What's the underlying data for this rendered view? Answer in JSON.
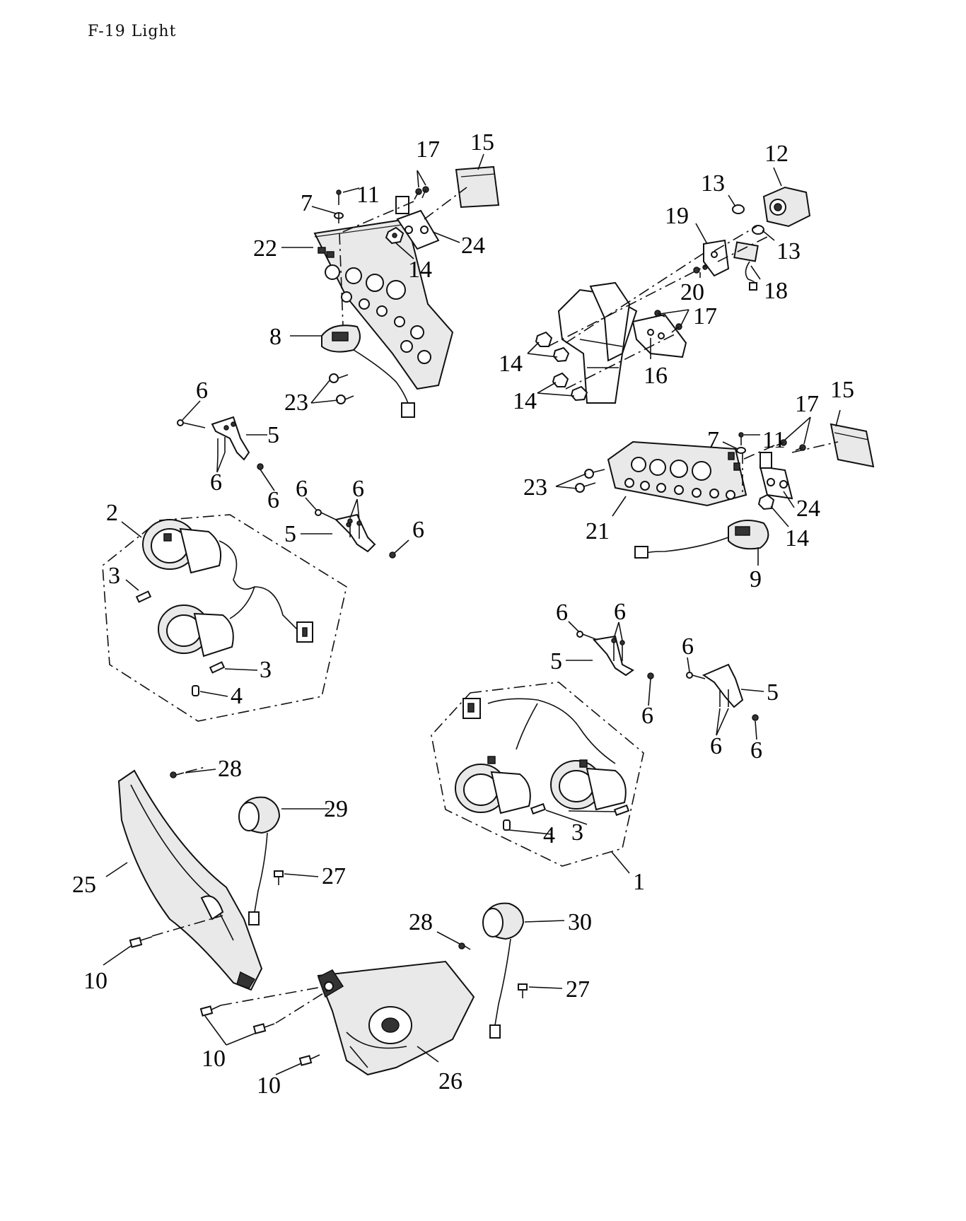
{
  "page": {
    "title": "F-19 Light"
  },
  "callouts": [
    {
      "id": "c1",
      "text": "1"
    },
    {
      "id": "c2",
      "text": "2"
    },
    {
      "id": "c3a",
      "text": "3"
    },
    {
      "id": "c3b",
      "text": "3"
    },
    {
      "id": "c3c",
      "text": "3"
    },
    {
      "id": "c4a",
      "text": "4"
    },
    {
      "id": "c4b",
      "text": "4"
    },
    {
      "id": "c5a",
      "text": "5"
    },
    {
      "id": "c5b",
      "text": "5"
    },
    {
      "id": "c5c",
      "text": "5"
    },
    {
      "id": "c5d",
      "text": "5"
    },
    {
      "id": "c6a",
      "text": "6"
    },
    {
      "id": "c6b",
      "text": "6"
    },
    {
      "id": "c6c",
      "text": "6"
    },
    {
      "id": "c6d",
      "text": "6"
    },
    {
      "id": "c6e",
      "text": "6"
    },
    {
      "id": "c6f",
      "text": "6"
    },
    {
      "id": "c6g",
      "text": "6"
    },
    {
      "id": "c6h",
      "text": "6"
    },
    {
      "id": "c6i",
      "text": "6"
    },
    {
      "id": "c6j",
      "text": "6"
    },
    {
      "id": "c6k",
      "text": "6"
    },
    {
      "id": "c6l",
      "text": "6"
    },
    {
      "id": "c7a",
      "text": "7"
    },
    {
      "id": "c7b",
      "text": "7"
    },
    {
      "id": "c8",
      "text": "8"
    },
    {
      "id": "c9",
      "text": "9"
    },
    {
      "id": "c10a",
      "text": "10"
    },
    {
      "id": "c10b",
      "text": "10"
    },
    {
      "id": "c10c",
      "text": "10"
    },
    {
      "id": "c11a",
      "text": "11"
    },
    {
      "id": "c11b",
      "text": "11"
    },
    {
      "id": "c12",
      "text": "12"
    },
    {
      "id": "c13a",
      "text": "13"
    },
    {
      "id": "c13b",
      "text": "13"
    },
    {
      "id": "c14a",
      "text": "14"
    },
    {
      "id": "c14b",
      "text": "14"
    },
    {
      "id": "c14c",
      "text": "14"
    },
    {
      "id": "c14d",
      "text": "14"
    },
    {
      "id": "c15a",
      "text": "15"
    },
    {
      "id": "c15b",
      "text": "15"
    },
    {
      "id": "c16",
      "text": "16"
    },
    {
      "id": "c17a",
      "text": "17"
    },
    {
      "id": "c17b",
      "text": "17"
    },
    {
      "id": "c17c",
      "text": "17"
    },
    {
      "id": "c18",
      "text": "18"
    },
    {
      "id": "c19",
      "text": "19"
    },
    {
      "id": "c20",
      "text": "20"
    },
    {
      "id": "c21",
      "text": "21"
    },
    {
      "id": "c22",
      "text": "22"
    },
    {
      "id": "c23a",
      "text": "23"
    },
    {
      "id": "c23b",
      "text": "23"
    },
    {
      "id": "c24a",
      "text": "24"
    },
    {
      "id": "c24b",
      "text": "24"
    },
    {
      "id": "c25",
      "text": "25"
    },
    {
      "id": "c26",
      "text": "26"
    },
    {
      "id": "c27a",
      "text": "27"
    },
    {
      "id": "c27b",
      "text": "27"
    },
    {
      "id": "c28a",
      "text": "28"
    },
    {
      "id": "c28b",
      "text": "28"
    },
    {
      "id": "c29",
      "text": "29"
    },
    {
      "id": "c30",
      "text": "30"
    }
  ]
}
